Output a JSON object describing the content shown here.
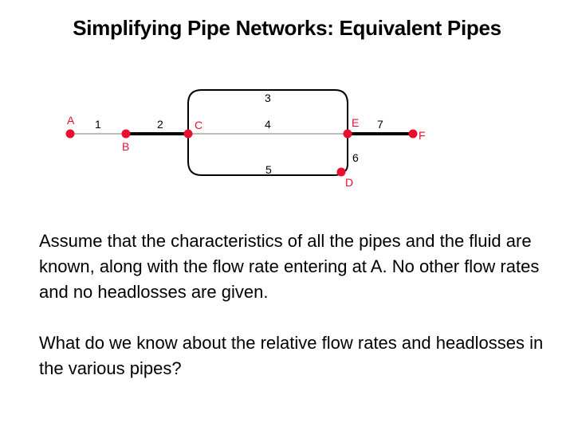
{
  "title": "Simplifying Pipe Networks: Equivalent Pipes",
  "diagram": {
    "colors": {
      "node": "#e8102c",
      "node_label": "#e8102c",
      "thick_pipe": "#000000",
      "thin_pipe": "#a6a6a6",
      "pipe_label": "#000000"
    },
    "nodes": {
      "A": "A",
      "B": "B",
      "C": "C",
      "D": "D",
      "E": "E",
      "F": "F"
    },
    "pipes": {
      "p1": "1",
      "p2": "2",
      "p3": "3",
      "p4": "4",
      "p5": "5",
      "p6": "6",
      "p7": "7"
    }
  },
  "text": {
    "paragraph1": "Assume that the characteristics of all the pipes and the fluid are known, along with the flow rate entering at A. No other flow rates and no headlosses are given.",
    "paragraph2": "What do we know about the relative flow rates and headlosses in the various pipes?"
  }
}
